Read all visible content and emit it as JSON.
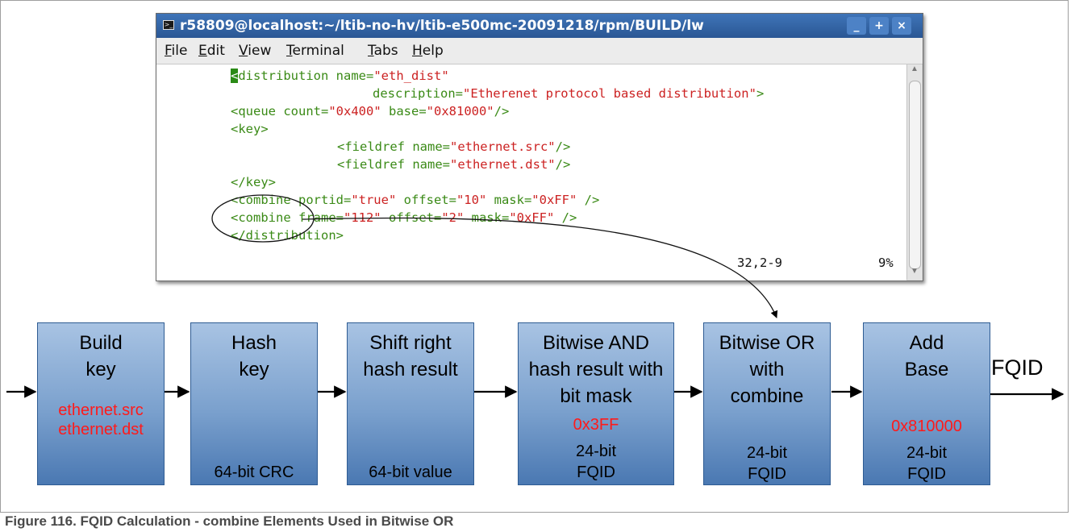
{
  "terminal": {
    "title": "r58809@localhost:~/ltib-no-hv/ltib-e500mc-20091218/rpm/BUILD/lw",
    "app_icon": "terminal-icon",
    "window_buttons": [
      "_",
      "+",
      "×"
    ],
    "menu": [
      "File",
      "Edit",
      "View",
      "Terminal",
      "Tabs",
      "Help"
    ],
    "status_position": "32,2-9",
    "status_percent": "9%",
    "code": {
      "l1_open": "distribution",
      "l1_attr": " name=",
      "l1_val": "\"eth_dist\"",
      "l2_attr": "description=",
      "l2_val": "\"Etherenet protocol based distribution\"",
      "l2_close": ">",
      "l3_tag": "<queue count=",
      "l3_v1": "\"0x400\"",
      "l3_attr2": " base=",
      "l3_v2": "\"0x81000\"",
      "l3_close": "/>",
      "l4": "<key>",
      "l5_tag": "<fieldref name=",
      "l5_val": "\"ethernet.src\"",
      "l5_close": "/>",
      "l6_tag": "<fieldref name=",
      "l6_val": "\"ethernet.dst\"",
      "l6_close": "/>",
      "l7": "</key>",
      "l8_tag": "<combine portid=",
      "l8_v1": "\"true\"",
      "l8_attr2": " offset=",
      "l8_v2": "\"10\"",
      "l8_attr3": " mask=",
      "l8_v3": "\"0xFF\"",
      "l8_close": " />",
      "l9_tag": "<combine frame=",
      "l9_v1": "\"112\"",
      "l9_attr2": " offset=",
      "l9_v2": "\"2\"",
      "l9_attr3": " mask=",
      "l9_v3": "\"0xFF\"",
      "l9_close": " />",
      "l10": "</distribution>"
    }
  },
  "flow": {
    "boxes": [
      {
        "title": "Build key",
        "red": [
          "ethernet.src",
          "ethernet.dst"
        ],
        "sub": []
      },
      {
        "title": "Hash key",
        "red": [],
        "sub": [
          "64-bit CRC"
        ]
      },
      {
        "title": "Shift right hash result",
        "red": [],
        "sub": [
          "64-bit value"
        ]
      },
      {
        "title": "Bitwise AND hash result with bit mask",
        "red": [
          "0x3FF"
        ],
        "sub": [
          "24-bit",
          "FQID"
        ]
      },
      {
        "title": "Bitwise OR with combine",
        "red": [],
        "sub": [
          "24-bit",
          "FQID"
        ]
      },
      {
        "title": "Add Base",
        "red": [
          "0x810000"
        ],
        "sub": [
          "24-bit",
          "FQID"
        ]
      }
    ],
    "output_label": "FQID"
  },
  "caption": "Figure 116.  FQID Calculation - combine Elements Used in Bitwise OR",
  "colors": {
    "box_top": "#a8c3e3",
    "box_bottom": "#4a78b2",
    "highlight_red": "#ff1a1a",
    "xml_tag_green": "#3a8a16",
    "xml_value_red": "#cc2222",
    "titlebar_blue": "#2a5794"
  }
}
